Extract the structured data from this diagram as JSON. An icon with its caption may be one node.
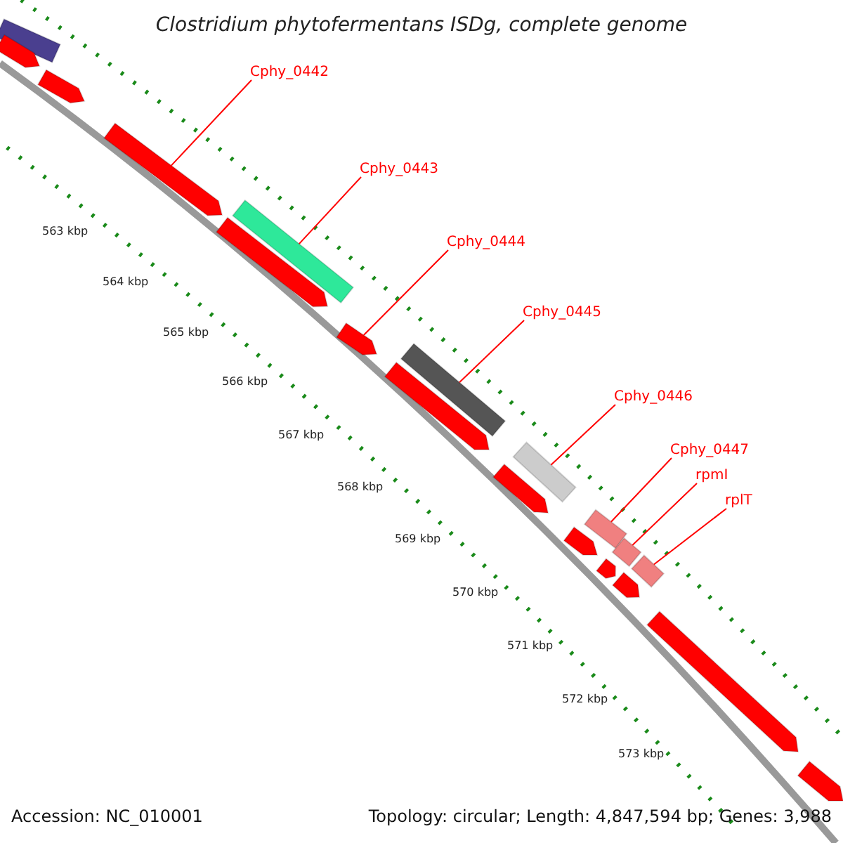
{
  "diagram": {
    "title": "Clostridium phytofermentans ISDg, complete genome",
    "nodes": [
      {
        "text": [
          "Cphy_0442"
        ]
      },
      {
        "text": [
          "Cphy_0443"
        ]
      },
      {
        "text": [
          "Cphy_0444"
        ]
      },
      {
        "text": [
          "Cphy_0445"
        ]
      },
      {
        "text": [
          "Cphy_0446"
        ]
      },
      {
        "text": [
          "Cphy_0447"
        ]
      },
      {
        "text": [
          "rpmI"
        ]
      },
      {
        "text": [
          "rplT"
        ]
      },
      {
        "text": [],
        "shape": "bar"
      },
      {
        "text": [],
        "shape": "arrow"
      },
      {
        "text": [],
        "shape": "arrow"
      },
      {
        "text": [],
        "shape": "arrow"
      },
      {
        "text": [],
        "shape": "arrow"
      },
      {
        "text": [],
        "shape": "bar"
      },
      {
        "text": [],
        "shape": "arrow"
      },
      {
        "text": [],
        "shape": "arrow"
      },
      {
        "text": [],
        "shape": "bar"
      },
      {
        "text": [],
        "shape": "arrow"
      },
      {
        "text": [],
        "shape": "bar"
      },
      {
        "text": [],
        "shape": "arrow"
      },
      {
        "text": [],
        "shape": "bar"
      },
      {
        "text": [],
        "shape": "arrow"
      },
      {
        "text": [],
        "shape": "bar"
      },
      {
        "text": [],
        "shape": "arrow"
      },
      {
        "text": [],
        "shape": "bar"
      },
      {
        "text": [],
        "shape": "arrow"
      },
      {
        "text": [],
        "shape": "arrow"
      }
    ],
    "edges": [
      {
        "from": 0,
        "to": 11,
        "arrow": "none"
      },
      {
        "from": 1,
        "to": 13,
        "arrow": "none"
      },
      {
        "from": 2,
        "to": 14,
        "arrow": "none"
      },
      {
        "from": 3,
        "to": 16,
        "arrow": "none"
      },
      {
        "from": 4,
        "to": 18,
        "arrow": "none"
      },
      {
        "from": 5,
        "to": 20,
        "arrow": "none"
      },
      {
        "from": 6,
        "to": 22,
        "arrow": "none"
      },
      {
        "from": 7,
        "to": 24,
        "arrow": "none"
      }
    ],
    "labels": [
      "563 kbp",
      "564 kbp",
      "565 kbp",
      "566 kbp",
      "567 kbp",
      "568 kbp",
      "569 kbp",
      "570 kbp",
      "571 kbp",
      "572 kbp",
      "573 kbp",
      "Accession: NC_010001",
      "Topology: circular; Length: 4,847,594 bp; Genes: 3,988"
    ]
  }
}
